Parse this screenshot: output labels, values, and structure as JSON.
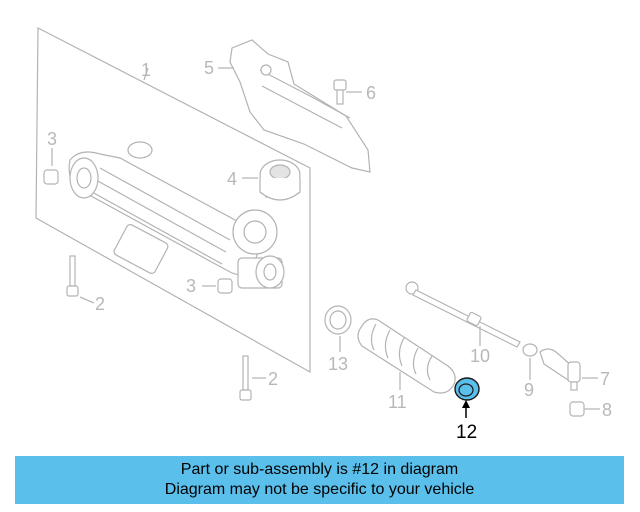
{
  "callouts": {
    "c1": "1",
    "c2a": "2",
    "c2b": "2",
    "c3a": "3",
    "c3b": "3",
    "c4": "4",
    "c5": "5",
    "c6": "6",
    "c7": "7",
    "c8": "8",
    "c9": "9",
    "c10": "10",
    "c11": "11",
    "c12": "12",
    "c13": "13"
  },
  "highlighted_part": "12",
  "colors": {
    "highlight": "#5bbfec",
    "banner": "#5bbfec",
    "part_line": "#b3b3b3"
  },
  "banner": {
    "line1": "Part or sub-assembly is #12 in diagram",
    "line2": "Diagram may not be specific to your vehicle"
  }
}
